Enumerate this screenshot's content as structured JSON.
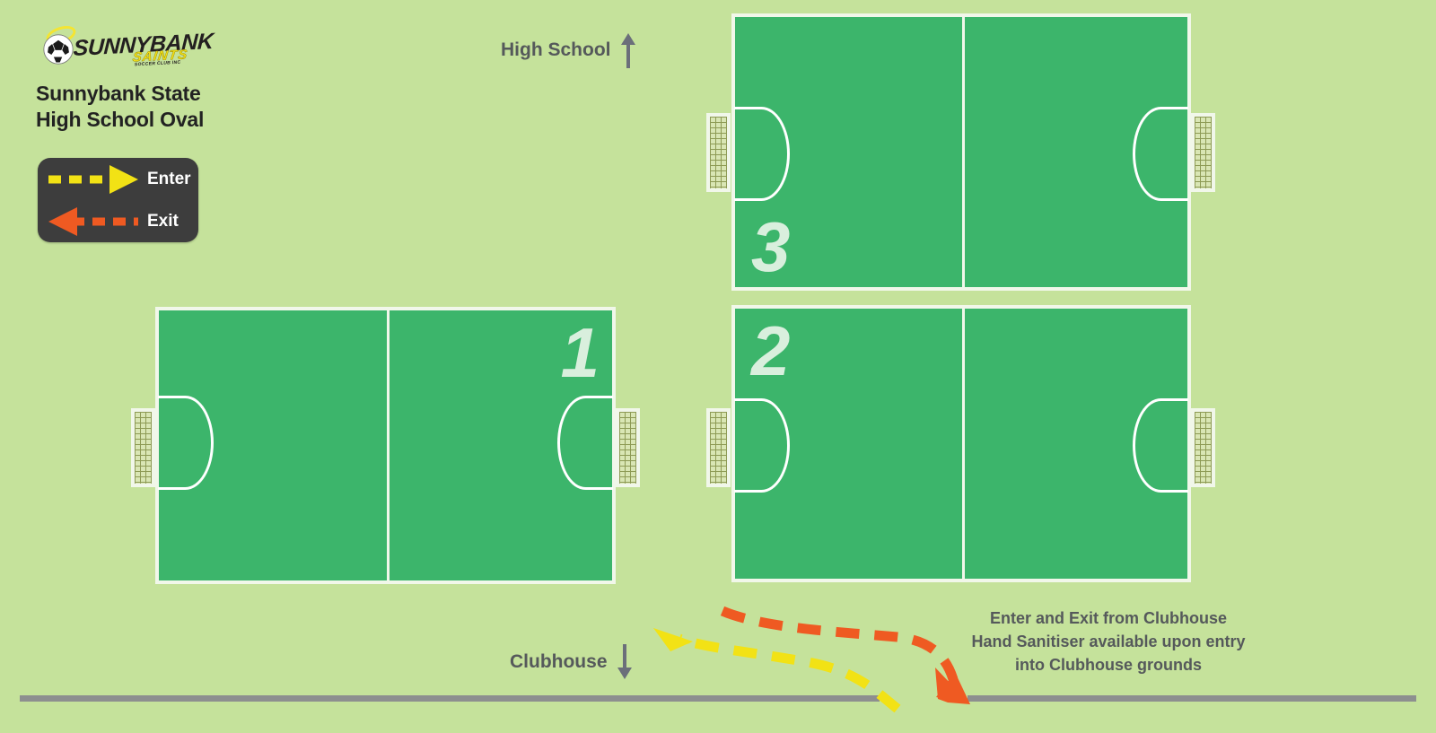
{
  "venue": {
    "title_line1": "Sunnybank State",
    "title_line2": "High School Oval"
  },
  "logo": {
    "wordmark": "SUNNYBANK",
    "submark": "SAINTS",
    "tagline": "SOCCER CLUB INC",
    "ball_icon": "soccer-ball-icon",
    "halo_icon": "halo-icon"
  },
  "legend": {
    "enter_label": "Enter",
    "exit_label": "Exit",
    "enter_color": "#f2e215",
    "exit_color": "#ef5a22",
    "box_color": "#3d3d3d"
  },
  "directions": {
    "north_label": "High School",
    "north_arrow": "arrow-up-icon",
    "south_label": "Clubhouse",
    "south_arrow": "arrow-down-icon",
    "arrow_color": "#6b6f7a"
  },
  "pitches": [
    {
      "number": "1",
      "number_position": "top-right"
    },
    {
      "number": "2",
      "number_position": "top-left"
    },
    {
      "number": "3",
      "number_position": "bottom-left"
    }
  ],
  "notice": {
    "line1": "Enter and Exit from Clubhouse",
    "line2": "Hand Sanitiser available upon entry",
    "line3": "into Clubhouse grounds"
  },
  "colors": {
    "background": "#c5e29b",
    "pitch": "#3cb56b",
    "pitch_line": "#f1f7ea",
    "pitch_number": "#d9efdd",
    "road": "#8d8f8f",
    "text": "#55595b"
  }
}
